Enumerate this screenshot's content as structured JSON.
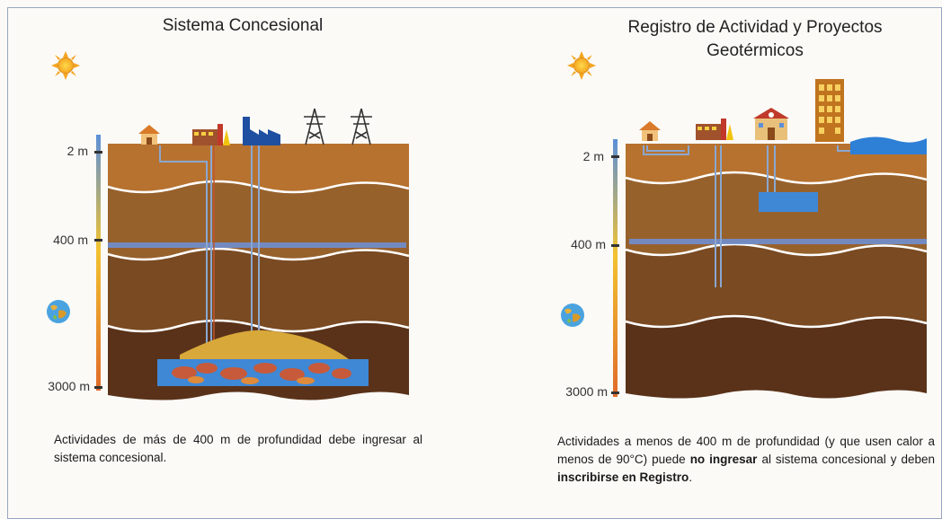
{
  "left_panel": {
    "title": "Sistema Concesional",
    "depth_labels": {
      "top": "2 m",
      "mid": "400 m",
      "bottom": "3000 m"
    },
    "caption": "Actividades de más de 400 m de profundidad debe ingresar al sistema concesional."
  },
  "right_panel": {
    "title": "Registro de Actividad y Proyectos Geotérmicos",
    "depth_labels": {
      "top": "2 m",
      "mid": "400 m",
      "bottom": "3000 m"
    },
    "caption": {
      "part1": "Actividades a menos de 400 m de profundidad (y que usen calor a menos de 90°C)  puede ",
      "bold1": "no ingresar",
      "part2": " al sistema concesional y deben ",
      "bold2": "inscribirse en Registro",
      "part3": "."
    }
  },
  "colors": {
    "soil_top": "#b7722f",
    "soil_mid": "#8f5a2a",
    "soil_deep": "#6a3f1f",
    "soil_bottom": "#4f2c16",
    "water_blue": "#4a90d9",
    "aquifer_yellow": "#d8a83a",
    "depth_bar_top": "#5b8fd8",
    "depth_bar_bottom": "#e07a2a"
  },
  "icons": [
    "sun-icon",
    "globe-icon",
    "house-icon",
    "factory-icon",
    "power-plant-icon",
    "transmission-tower-icon",
    "school-icon",
    "building-icon"
  ]
}
